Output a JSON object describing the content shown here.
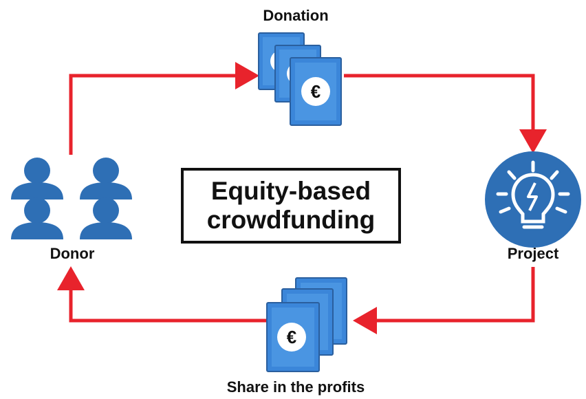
{
  "labels": {
    "donation": "Donation",
    "donor": "Donor",
    "project": "Project",
    "share": "Share in the profits"
  },
  "center": {
    "line1": "Equity-based",
    "line2": "crowdfunding"
  },
  "currency_symbol": "€",
  "icons": {
    "donor": "people-group-icon",
    "project": "lightbulb-icon",
    "donation": "banknotes-icon",
    "share": "banknotes-icon"
  },
  "colors": {
    "arrow": "#e8232c",
    "icon_blue": "#2e6fb5",
    "banknote_blue": "#3b86d9",
    "banknote_light": "#5aa4ea",
    "text": "#111111"
  }
}
